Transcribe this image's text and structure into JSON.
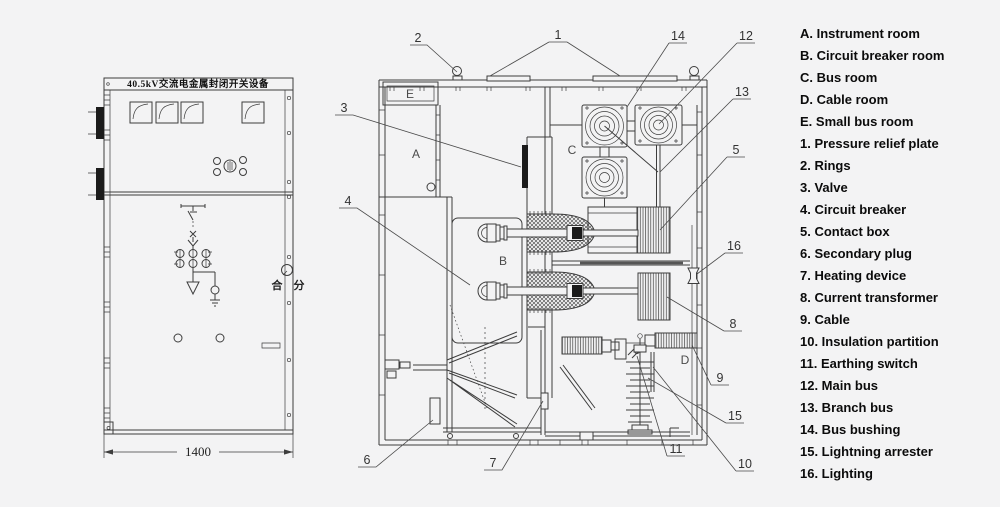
{
  "front_view": {
    "nameplate_title": "40.5kV交流电金属封闭开关设备",
    "dimension_label": "1400",
    "close_label": "合",
    "open_label": "分"
  },
  "section_view": {
    "rooms": {
      "a": "A",
      "b": "B",
      "c": "C",
      "d": "D",
      "e": "E"
    },
    "callouts": {
      "c1": "1",
      "c2": "2",
      "c3": "3",
      "c4": "4",
      "c5": "5",
      "c6": "6",
      "c7": "7",
      "c8": "8",
      "c9": "9",
      "c10": "10",
      "c11": "11",
      "c12": "12",
      "c13": "13",
      "c14": "14",
      "c15": "15",
      "c16": "16"
    }
  },
  "legend": {
    "items": [
      "A. Instrument room",
      "B. Circuit breaker room",
      "C. Bus room",
      "D. Cable room",
      "E. Small bus room",
      "1. Pressure relief plate",
      "2. Rings",
      "3. Valve",
      "4. Circuit breaker",
      "5. Contact box",
      "6. Secondary plug",
      "7. Heating device",
      "8. Current transformer",
      "9. Cable",
      "10. Insulation partition",
      "11. Earthing switch",
      "12. Main bus",
      "13. Branch bus",
      "14. Bus bushing",
      "15. Lightning arrester",
      "16. Lighting"
    ]
  }
}
